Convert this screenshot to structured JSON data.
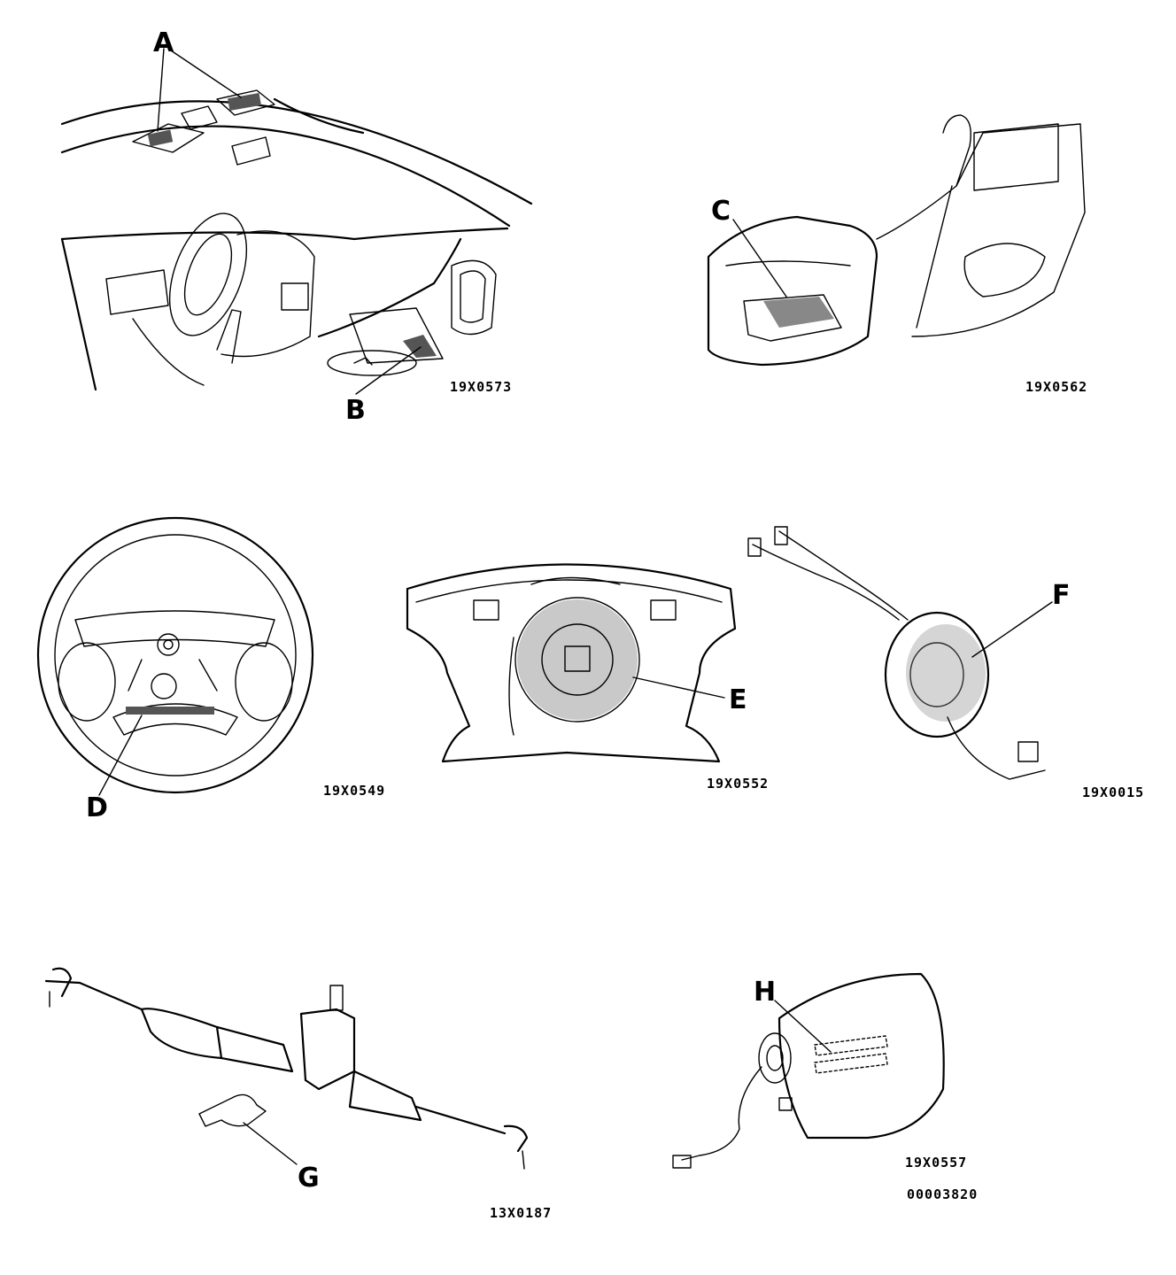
{
  "labels": {
    "A": "A",
    "B": "B",
    "C": "C",
    "D": "D",
    "E": "E",
    "F": "F",
    "G": "G",
    "H": "H"
  },
  "figure_codes": {
    "fig1": "19X0573",
    "fig2": "19X0562",
    "fig3": "19X0549",
    "fig4": "19X0552",
    "fig5": "19X0015",
    "fig6": "13X0187",
    "fig7": "19X0557",
    "document": "00003820"
  }
}
